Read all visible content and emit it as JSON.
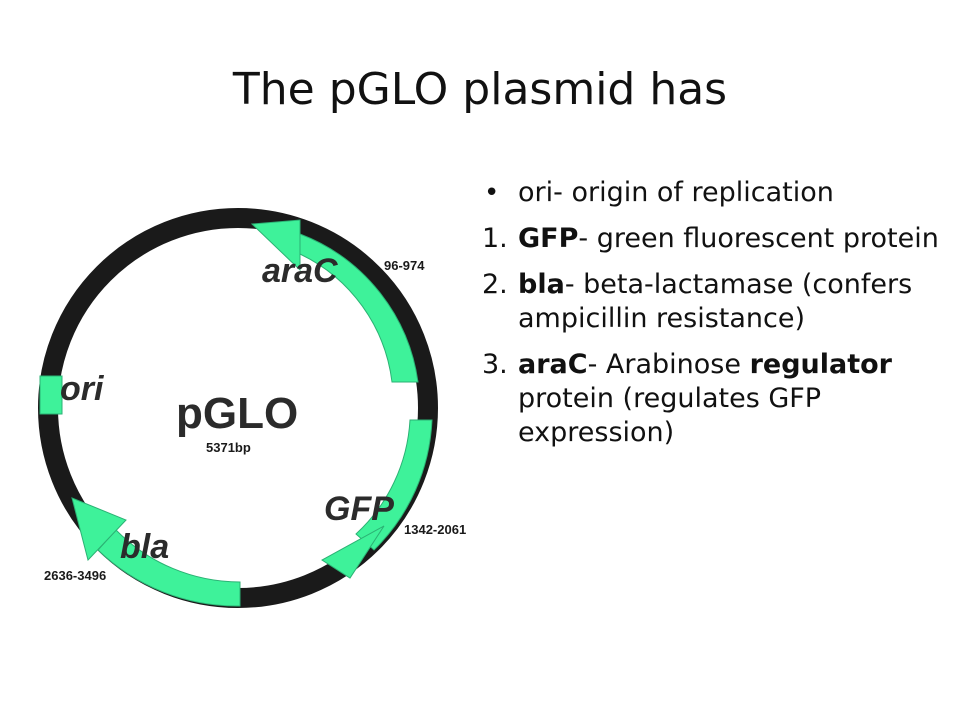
{
  "title": "The pGLO plasmid has",
  "colors": {
    "gene_arrow": "#3ef29a",
    "ring": "#1a1a1a"
  },
  "plasmid": {
    "name": "pGLO",
    "size": "5371bp",
    "genes": [
      {
        "label": "araC",
        "range": "96-974"
      },
      {
        "label": "GFP",
        "range": "1342-2061"
      },
      {
        "label": "bla",
        "range": "2636-3496"
      },
      {
        "label": "ori",
        "range": ""
      }
    ]
  },
  "bullets": [
    {
      "marker": "•",
      "lead": "",
      "bold": "",
      "text": "ori- origin of replication"
    },
    {
      "marker": "1.",
      "bold": "GFP",
      "text": "- green fluorescent protein"
    },
    {
      "marker": "2.",
      "bold": "bla",
      "text": "-  beta-lactamase (confers ampicillin resistance)"
    },
    {
      "marker": "3.",
      "bold": "araC",
      "text_a": "- Arabinose ",
      "bold_b": "regulator",
      "text_b": " protein (regulates GFP expression)"
    }
  ]
}
